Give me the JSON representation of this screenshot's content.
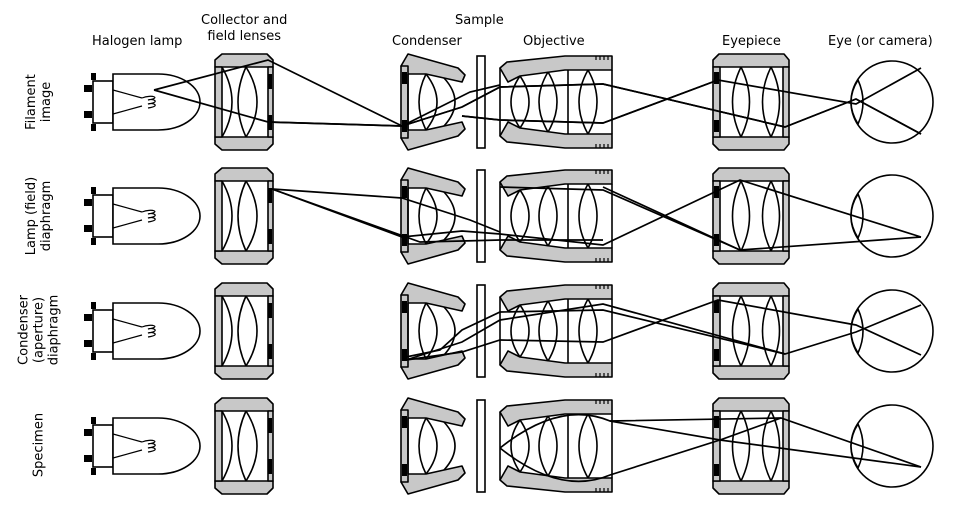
{
  "headers": {
    "lamp": "Halogen lamp",
    "collector_line1": "Collector and",
    "collector_line2": "field lenses",
    "sample": "Sample",
    "condenser": "Condenser",
    "objective": "Objective",
    "eyepiece": "Eyepiece",
    "eye": "Eye (or camera)"
  },
  "rows": [
    {
      "label_lines": [
        "Filament",
        "image"
      ]
    },
    {
      "label_lines": [
        "Lamp (field)",
        "diaphragm"
      ]
    },
    {
      "label_lines": [
        "Condenser",
        "(aperture)",
        "diaphragm"
      ]
    },
    {
      "label_lines": [
        "Specimen"
      ]
    }
  ],
  "colors": {
    "metal": "#c8c8c8",
    "line": "#000000",
    "background": "#ffffff"
  }
}
